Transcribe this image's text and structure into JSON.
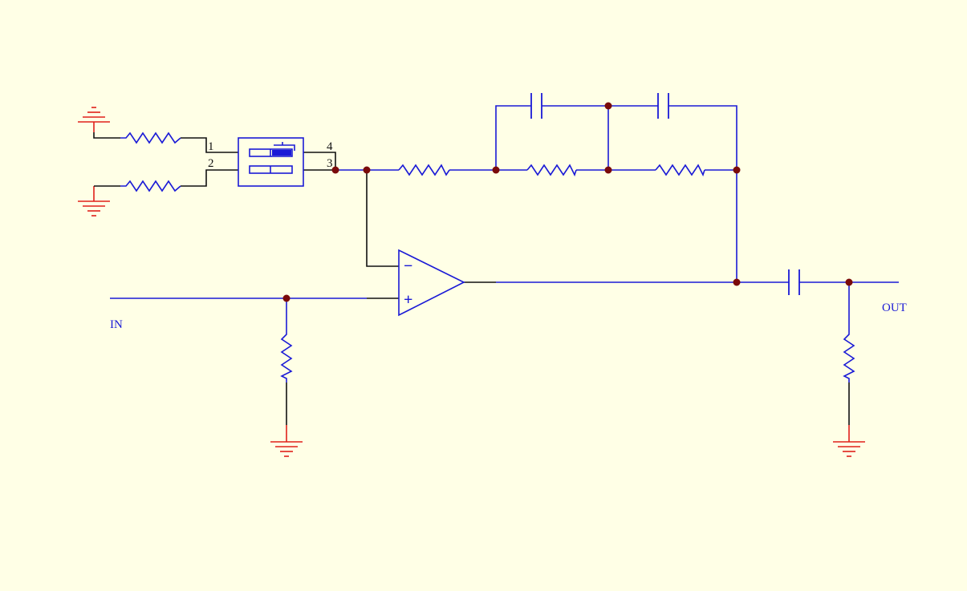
{
  "colors": {
    "background": "#ffffe6",
    "component": "#1a1ad6",
    "wire": "#111111",
    "ground": "#e0201a",
    "junction": "#7a0a0a"
  },
  "labels": {
    "input": "IN",
    "output": "OUT",
    "pin1": "1",
    "pin2": "2",
    "pin3": "3",
    "pin4": "4"
  },
  "opamp": {
    "inverting_sign": "−",
    "noninverting_sign": "+"
  }
}
